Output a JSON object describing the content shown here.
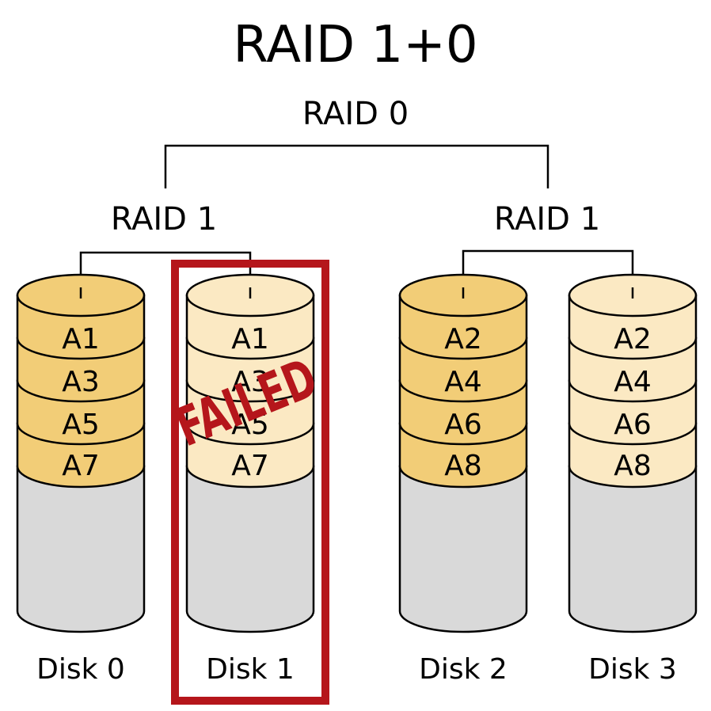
{
  "title": "RAID 1+0",
  "top_level_label": "RAID 0",
  "mirrors": [
    {
      "label": "RAID 1",
      "disks": [
        0,
        1
      ]
    },
    {
      "label": "RAID 1",
      "disks": [
        2,
        3
      ]
    }
  ],
  "disks": [
    {
      "name": "Disk 0",
      "blocks": [
        "A1",
        "A3",
        "A5",
        "A7"
      ],
      "shade": "dark",
      "failed": false
    },
    {
      "name": "Disk 1",
      "blocks": [
        "A1",
        "A3",
        "A5",
        "A7"
      ],
      "shade": "light",
      "failed": true
    },
    {
      "name": "Disk 2",
      "blocks": [
        "A2",
        "A4",
        "A6",
        "A8"
      ],
      "shade": "dark",
      "failed": false
    },
    {
      "name": "Disk 3",
      "blocks": [
        "A2",
        "A4",
        "A6",
        "A8"
      ],
      "shade": "light",
      "failed": false
    }
  ],
  "failed_stamp": "FAILED",
  "colors": {
    "block_dark": "#f2cd77",
    "block_light": "#fbe9c3",
    "empty": "#d9d9d9",
    "failed_highlight": "#b5161b"
  }
}
